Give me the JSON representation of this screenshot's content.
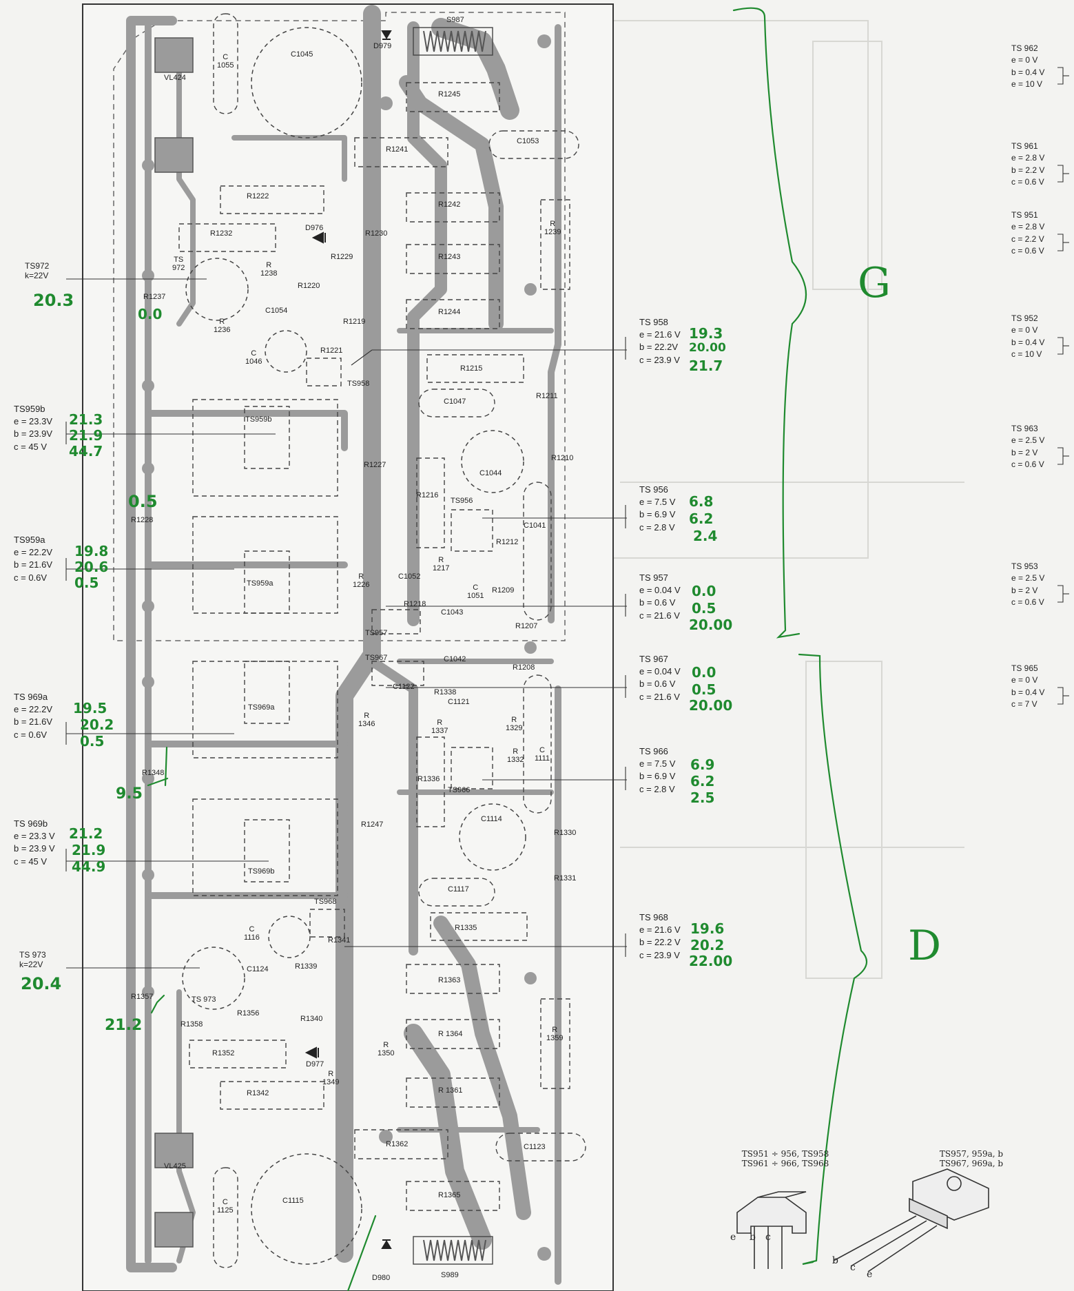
{
  "board": {
    "components": [
      {
        "id": "S987",
        "text": "S987"
      },
      {
        "id": "D979",
        "text": "D979"
      },
      {
        "id": "C1045",
        "text": "C1045"
      },
      {
        "id": "C1055",
        "text": "C\n1055"
      },
      {
        "id": "VL424",
        "text": "VL424"
      },
      {
        "id": "R1245",
        "text": "R1245"
      },
      {
        "id": "R1241",
        "text": "R1241"
      },
      {
        "id": "C1053",
        "text": "C1053"
      },
      {
        "id": "R1222",
        "text": "R1222"
      },
      {
        "id": "R1242",
        "text": "R1242"
      },
      {
        "id": "R1239",
        "text": "R\n1239"
      },
      {
        "id": "R1232",
        "text": "R1232"
      },
      {
        "id": "D976",
        "text": "D976"
      },
      {
        "id": "R1230",
        "text": "R1230"
      },
      {
        "id": "R1229",
        "text": "R1229"
      },
      {
        "id": "R1243",
        "text": "R1243"
      },
      {
        "id": "TS972",
        "text": "TS\n972"
      },
      {
        "id": "R1238",
        "text": "R\n1238"
      },
      {
        "id": "R1220",
        "text": "R1220"
      },
      {
        "id": "R1237",
        "text": "R1237"
      },
      {
        "id": "C1054",
        "text": "C1054"
      },
      {
        "id": "R1244",
        "text": "R1244"
      },
      {
        "id": "R1236",
        "text": "R\n1236"
      },
      {
        "id": "R1219",
        "text": "R1219"
      },
      {
        "id": "C1046",
        "text": "C\n1046"
      },
      {
        "id": "R1221",
        "text": "R1221"
      },
      {
        "id": "TS958",
        "text": "TS958"
      },
      {
        "id": "R1215",
        "text": "R1215"
      },
      {
        "id": "C1047",
        "text": "C1047"
      },
      {
        "id": "R1211",
        "text": "R1211"
      },
      {
        "id": "TS959b",
        "text": "TS959b"
      },
      {
        "id": "R1227",
        "text": "R1227"
      },
      {
        "id": "C1044",
        "text": "C1044"
      },
      {
        "id": "R1210",
        "text": "R1210"
      },
      {
        "id": "R1216",
        "text": "R1216"
      },
      {
        "id": "TS956",
        "text": "TS956"
      },
      {
        "id": "R1228",
        "text": "R1228"
      },
      {
        "id": "C1041",
        "text": "C1041"
      },
      {
        "id": "R1212",
        "text": "R1212"
      },
      {
        "id": "R1217",
        "text": "R\n1217"
      },
      {
        "id": "R1226",
        "text": "R\n1226"
      },
      {
        "id": "C1052",
        "text": "C1052"
      },
      {
        "id": "C1051",
        "text": "C\n1051"
      },
      {
        "id": "R1209",
        "text": "R1209"
      },
      {
        "id": "TS959a",
        "text": "TS959a"
      },
      {
        "id": "R1218",
        "text": "R1218"
      },
      {
        "id": "C1043",
        "text": "C1043"
      },
      {
        "id": "TS957",
        "text": "TS957"
      },
      {
        "id": "R1207",
        "text": "R1207"
      },
      {
        "id": "TS967",
        "text": "TS967"
      },
      {
        "id": "C1042",
        "text": "C1042"
      },
      {
        "id": "R1208",
        "text": "R1208"
      },
      {
        "id": "C1122",
        "text": "C1122"
      },
      {
        "id": "R1338",
        "text": "R1338"
      },
      {
        "id": "C1121",
        "text": "C1121"
      },
      {
        "id": "TS969a",
        "text": "TS969a"
      },
      {
        "id": "R1346",
        "text": "R\n1346"
      },
      {
        "id": "R1337",
        "text": "R\n1337"
      },
      {
        "id": "R1329",
        "text": "R\n1329"
      },
      {
        "id": "R1332",
        "text": "R\n1332"
      },
      {
        "id": "C1111",
        "text": "C\n1111"
      },
      {
        "id": "R1336",
        "text": "R1336"
      },
      {
        "id": "TS966",
        "text": "TS966"
      },
      {
        "id": "R1348",
        "text": "R1348"
      },
      {
        "id": "C1114",
        "text": "C1114"
      },
      {
        "id": "R1247",
        "text": "R1247"
      },
      {
        "id": "R1330",
        "text": "R1330"
      },
      {
        "id": "TS969b",
        "text": "TS969b"
      },
      {
        "id": "R1331",
        "text": "R1331"
      },
      {
        "id": "C1117",
        "text": "C1117"
      },
      {
        "id": "TS968",
        "text": "TS968"
      },
      {
        "id": "R1335",
        "text": "R1335"
      },
      {
        "id": "C1116",
        "text": "C\n1116"
      },
      {
        "id": "R1341",
        "text": "R1341"
      },
      {
        "id": "C1124",
        "text": "C1124"
      },
      {
        "id": "R1339",
        "text": "R1339"
      },
      {
        "id": "R1363",
        "text": "R1363"
      },
      {
        "id": "R1357",
        "text": "R1357"
      },
      {
        "id": "TS973",
        "text": "TS 973"
      },
      {
        "id": "R1356",
        "text": "R1356"
      },
      {
        "id": "R1340",
        "text": "R1340"
      },
      {
        "id": "R1358",
        "text": "R1358"
      },
      {
        "id": "R1364",
        "text": "R 1364"
      },
      {
        "id": "R1359",
        "text": "R\n1359"
      },
      {
        "id": "R1352",
        "text": "R1352"
      },
      {
        "id": "D977",
        "text": "D977"
      },
      {
        "id": "R1350",
        "text": "R\n1350"
      },
      {
        "id": "R1349",
        "text": "R\n1349"
      },
      {
        "id": "R1342",
        "text": "R1342"
      },
      {
        "id": "R1361",
        "text": "R 1361"
      },
      {
        "id": "R1362",
        "text": "R1362"
      },
      {
        "id": "C1123",
        "text": "C1123"
      },
      {
        "id": "VL425",
        "text": "VL425"
      },
      {
        "id": "C1125",
        "text": "C\n1125"
      },
      {
        "id": "C1115",
        "text": "C1115"
      },
      {
        "id": "R1365",
        "text": "R1365"
      },
      {
        "id": "D980",
        "text": "D980"
      },
      {
        "id": "S989",
        "text": "S989"
      }
    ]
  },
  "left_labels": [
    {
      "id": "ts972",
      "lines": [
        "TS972",
        "k=22V"
      ]
    },
    {
      "id": "ts959b",
      "lines": [
        "TS959b",
        "e = 23.3V",
        "b = 23.9V",
        "c = 45   V"
      ]
    },
    {
      "id": "ts959a",
      "lines": [
        "TS959a",
        "e = 22.2V",
        "b = 21.6V",
        "c =   0.6V"
      ]
    },
    {
      "id": "ts969a",
      "lines": [
        "TS 969a",
        "e = 22.2V",
        "b = 21.6V",
        "c =   0.6V"
      ]
    },
    {
      "id": "ts969b",
      "lines": [
        "TS 969b",
        "e = 23.3 V",
        "b = 23.9 V",
        "c = 45   V"
      ]
    },
    {
      "id": "ts973",
      "lines": [
        "TS 973",
        "k=22V"
      ]
    }
  ],
  "mid_labels": [
    {
      "id": "ts958",
      "lines": [
        "TS 958",
        "e = 21.6 V",
        "b = 22.2V",
        "c = 23.9 V"
      ]
    },
    {
      "id": "ts956",
      "lines": [
        "TS 956",
        "e = 7.5 V",
        "b = 6.9 V",
        "c = 2.8 V"
      ]
    },
    {
      "id": "ts957",
      "lines": [
        "TS 957",
        "e = 0.04 V",
        "b = 0.6 V",
        "c = 21.6 V"
      ]
    },
    {
      "id": "ts967",
      "lines": [
        "TS 967",
        "e = 0.04 V",
        "b = 0.6 V",
        "c = 21.6 V"
      ]
    },
    {
      "id": "ts966",
      "lines": [
        "TS 966",
        "e = 7.5 V",
        "b = 6.9 V",
        "c = 2.8 V"
      ]
    },
    {
      "id": "ts968",
      "lines": [
        "TS 968",
        "e = 21.6 V",
        "b = 22.2 V",
        "c = 23.9 V"
      ]
    }
  ],
  "right_labels": [
    {
      "id": "ts962",
      "lines": [
        "TS 962",
        "e = 0   V",
        "b = 0.4 V",
        "e = 10  V"
      ]
    },
    {
      "id": "ts961",
      "lines": [
        "TS 961",
        "e = 2.8 V",
        "b = 2.2 V",
        "c = 0.6 V"
      ]
    },
    {
      "id": "ts951",
      "lines": [
        "TS 951",
        "e = 2.8 V",
        "c = 2.2 V",
        "c = 0.6 V"
      ]
    },
    {
      "id": "ts952",
      "lines": [
        "TS 952",
        "e = 0   V",
        "b = 0.4 V",
        "c = 10  V"
      ]
    },
    {
      "id": "ts963",
      "lines": [
        "TS 963",
        "e = 2.5 V",
        "b = 2   V",
        "c = 0.6 V"
      ]
    },
    {
      "id": "ts953",
      "lines": [
        "TS 953",
        "e = 2.5 V",
        "b = 2   V",
        "c = 0.6 V"
      ]
    },
    {
      "id": "ts965",
      "lines": [
        "TS 965",
        "e = 0   V",
        "b = 0.4 V",
        "c = 7   V"
      ]
    }
  ],
  "handwritten": {
    "ts972_k": "20.3",
    "r1237": "0.0",
    "ts958": [
      "19.3",
      "20.00",
      "21.7"
    ],
    "ts959b": [
      "21.3",
      "21.9",
      "44.7"
    ],
    "r1228": "0.5",
    "ts956": [
      "6.8",
      "6.2",
      "2.4"
    ],
    "ts959a": [
      "19.8",
      "20.6",
      "0.5"
    ],
    "ts957": [
      "0.0",
      "0.5",
      "20.00"
    ],
    "ts967": [
      "0.0",
      "0.5",
      "20.00"
    ],
    "ts969a": [
      "19.5",
      "20.2",
      "0.5"
    ],
    "r1348": "9.5",
    "ts966": [
      "6.9",
      "6.2",
      "2.5"
    ],
    "ts969b": [
      "21.2",
      "21.9",
      "44.9"
    ],
    "ts968": [
      "19.6",
      "20.2",
      "22.00"
    ],
    "ts973_k": "20.4",
    "r1357": "21.2",
    "section_g": "G",
    "section_d": "D"
  },
  "package_captions": {
    "left": [
      "TS951 ÷ 956, TS958",
      "TS961 ÷ 966, TS968"
    ],
    "left_pins": [
      "e",
      "b",
      "c"
    ],
    "right": [
      "TS957, 959a, b",
      "TS967, 969a, b"
    ],
    "right_pins": [
      "b",
      "c",
      "e"
    ]
  },
  "colors": {
    "ink": "#222222",
    "copper": "#9b9b9b",
    "paper": "#f3f3f1",
    "handwriting": "#1f8a2f"
  }
}
